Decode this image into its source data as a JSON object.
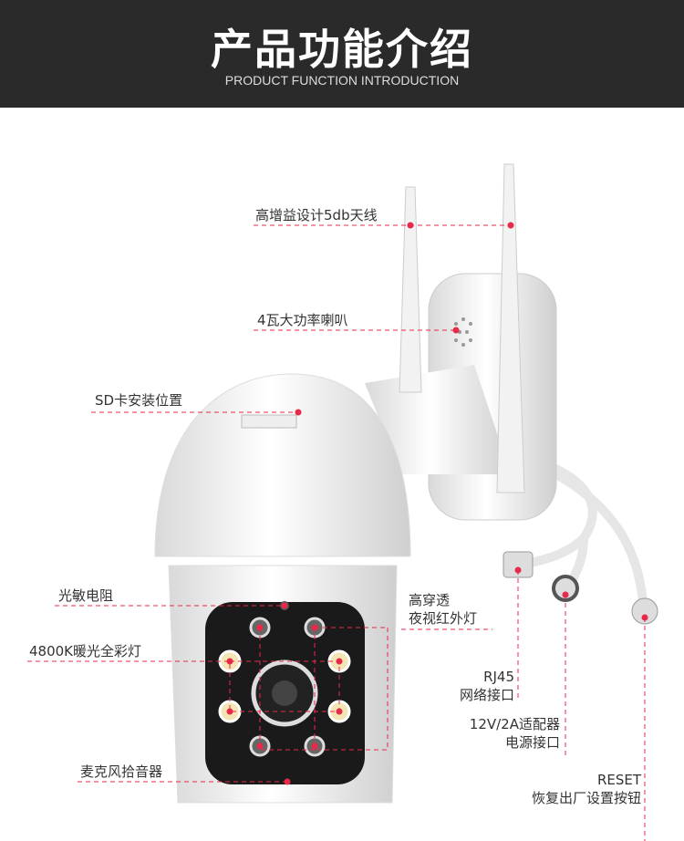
{
  "header": {
    "title": "产品功能介绍",
    "subtitle": "PRODUCT FUNCTION INTRODUCTION"
  },
  "callouts": {
    "antenna": "高增益设计5db天线",
    "speaker": "4瓦大功率喇叭",
    "sd_card": "SD卡安装位置",
    "photoresistor": "光敏电阻",
    "warm_light": "4800K暖光全彩灯",
    "microphone": "麦克风拾音器",
    "ir_line1": "高穿透",
    "ir_line2": "夜视红外灯",
    "rj45_line1": "RJ45",
    "rj45_line2": "网络接口",
    "power_line1": "12V/2A适配器",
    "power_line2": "电源接口",
    "reset_line1": "RESET",
    "reset_line2": "恢复出厂设置按钮"
  },
  "colors": {
    "header_bg": "#2a2a2a",
    "accent": "#e8294a"
  }
}
